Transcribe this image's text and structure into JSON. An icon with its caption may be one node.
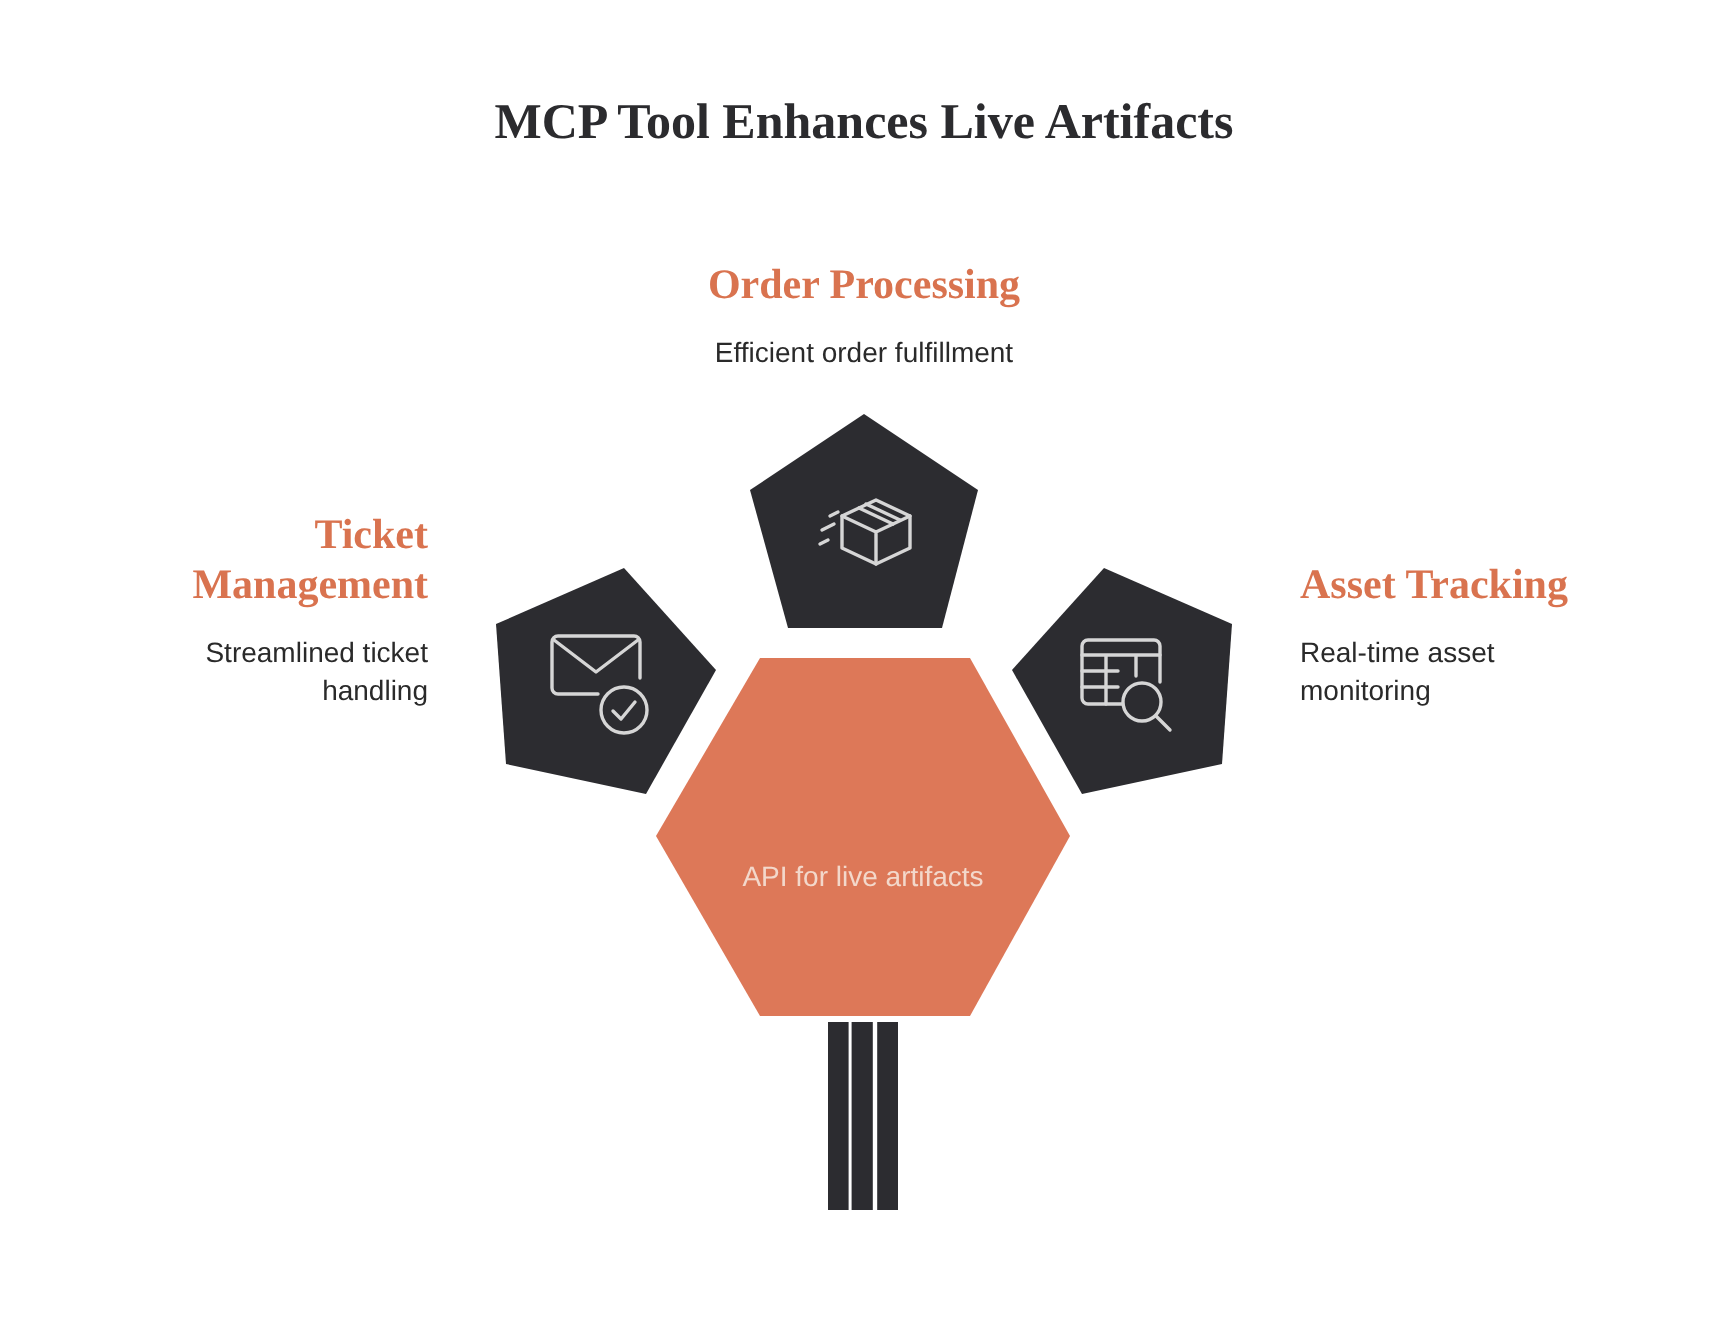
{
  "diagram": {
    "title": "MCP Tool Enhances Live Artifacts",
    "nodes": [
      {
        "text": [
          "Order Processing",
          "Efficient order fulfillment"
        ]
      },
      {
        "text": [
          "Ticket Management",
          "Streamlined ticket handling"
        ]
      },
      {
        "text": [
          "Asset Tracking",
          "Real-time asset monitoring"
        ]
      },
      {
        "text": [
          "API for live artifacts"
        ]
      }
    ]
  }
}
